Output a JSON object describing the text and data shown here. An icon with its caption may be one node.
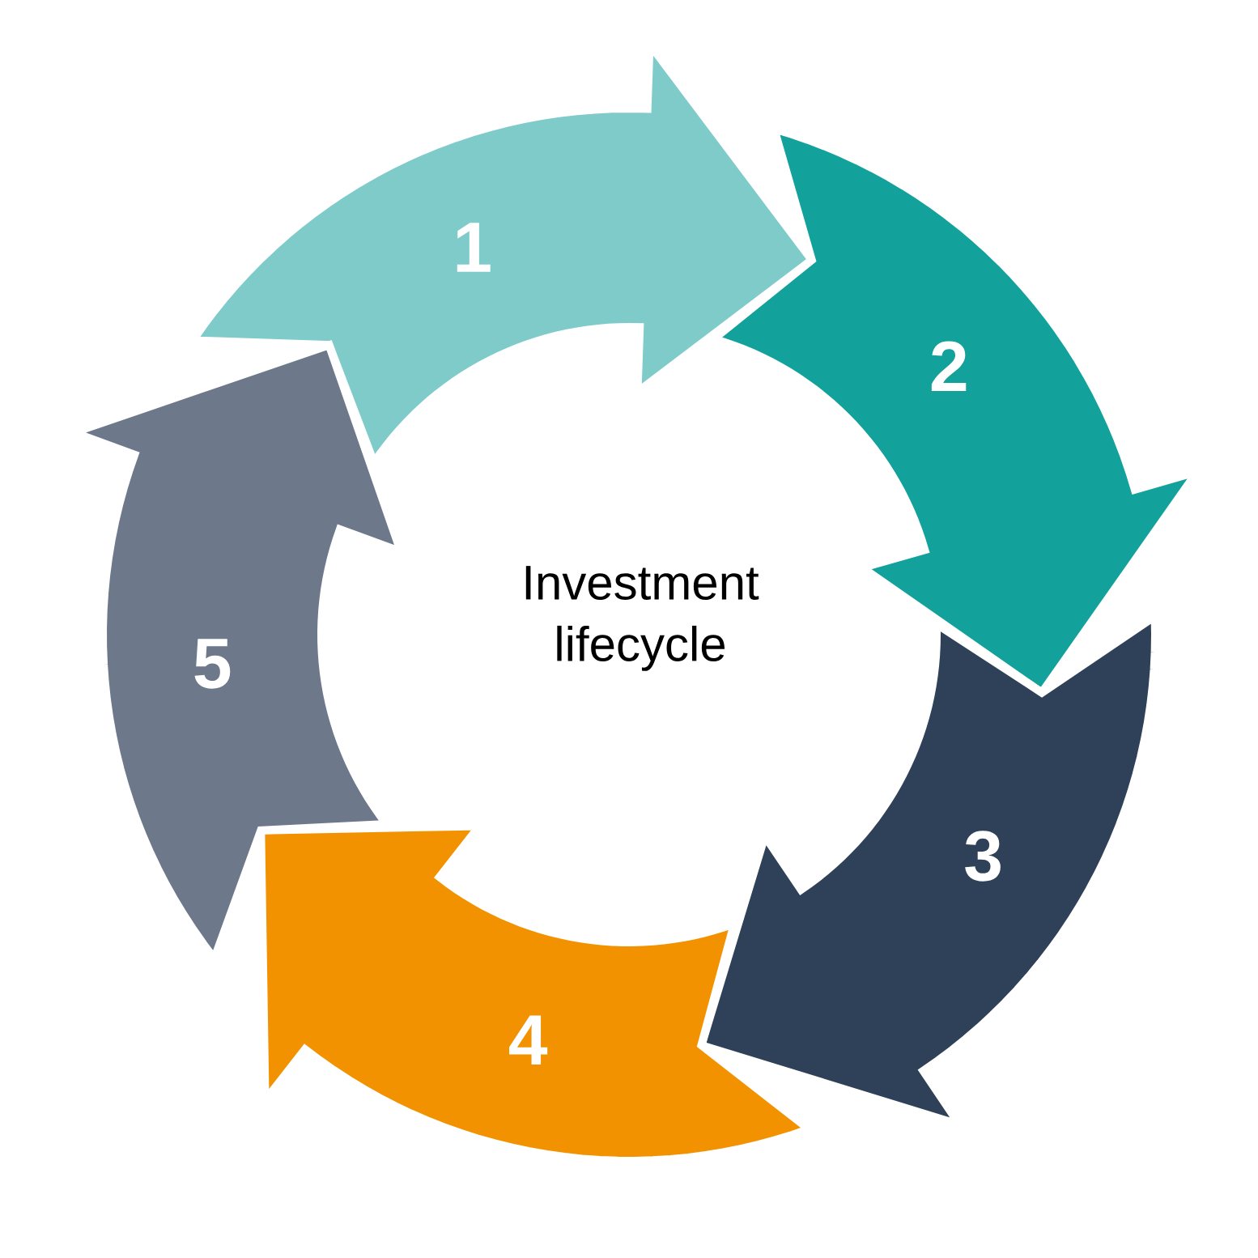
{
  "diagram": {
    "nodes": [
      {
        "text": [
          "1"
        ]
      },
      {
        "text": [
          "2"
        ]
      },
      {
        "text": [
          "3"
        ]
      },
      {
        "text": [
          "4"
        ]
      },
      {
        "text": [
          "5"
        ]
      }
    ],
    "labels": [
      "Investment lifecycle"
    ]
  }
}
